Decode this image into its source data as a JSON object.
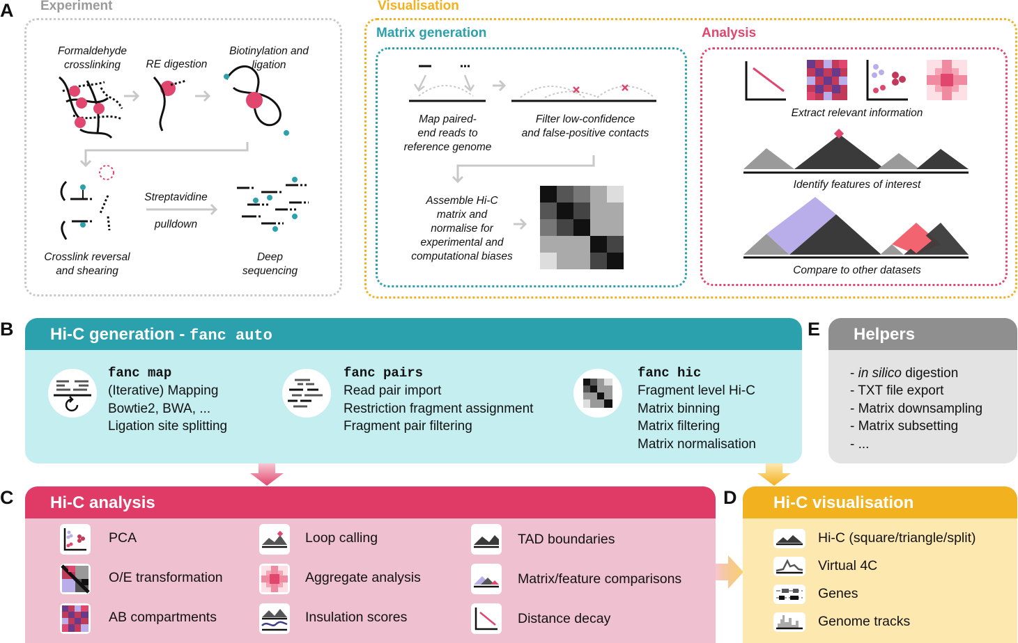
{
  "panel_letters": {
    "a": "A",
    "b": "B",
    "c": "C",
    "d": "D",
    "e": "E"
  },
  "experiment": {
    "title": "Experiment",
    "steps": {
      "crosslinking": "Formaldehyde\ncrosslinking",
      "digestion": "RE digestion",
      "ligation": "Biotinylation and\nligation",
      "reversal": "Crosslink reversal\nand shearing",
      "streptavidine": "Streptavidine",
      "pulldown": "pulldown",
      "sequencing": "Deep\nsequencing"
    }
  },
  "visualisation": {
    "title": "Visualisation",
    "matrix_generation": {
      "title": "Matrix generation",
      "map": "Map paired-\nend reads to\nreference genome",
      "filter": "Filter low-confidence\nand false-positive contacts",
      "assemble": "Assemble Hi-C\nmatrix and\nnormalise for\nexperimental and\ncomputational biases"
    },
    "analysis": {
      "title": "Analysis",
      "extract": "Extract relevant information",
      "identify": "Identify features of interest",
      "compare": "Compare to other datasets"
    }
  },
  "hic_generation": {
    "title_prefix": "Hi-C generation - ",
    "title_cmd": "fanc auto",
    "groups": [
      {
        "cmd": "fanc map",
        "lines": [
          "(Iterative) Mapping",
          "Bowtie2, BWA, ...",
          "Ligation site splitting"
        ],
        "icon": "reads-map-icon"
      },
      {
        "cmd": "fanc pairs",
        "lines": [
          "Read pair import",
          "Restriction fragment assignment",
          "Fragment pair filtering"
        ],
        "icon": "read-pairs-icon"
      },
      {
        "cmd": "fanc hic",
        "lines": [
          "Fragment level Hi-C",
          "Matrix binning",
          "Matrix filtering",
          "Matrix normalisation"
        ],
        "icon": "matrix-icon"
      }
    ]
  },
  "helpers": {
    "title": "Helpers",
    "items": [
      {
        "em": "in silico",
        "text": " digestion"
      },
      {
        "em": "",
        "text": "TXT file export"
      },
      {
        "em": "",
        "text": "Matrix downsampling"
      },
      {
        "em": "",
        "text": "Matrix subsetting"
      },
      {
        "em": "",
        "text": "..."
      }
    ]
  },
  "hic_analysis": {
    "title": "Hi-C analysis",
    "items": [
      {
        "label": "PCA",
        "icon": "pca-scatter-icon"
      },
      {
        "label": "O/E transformation",
        "icon": "oe-matrix-icon"
      },
      {
        "label": "AB compartments",
        "icon": "ab-checker-icon"
      },
      {
        "label": "Loop calling",
        "icon": "loop-peak-icon"
      },
      {
        "label": "Aggregate analysis",
        "icon": "aggregate-cross-icon"
      },
      {
        "label": "Insulation scores",
        "icon": "insulation-icon"
      },
      {
        "label": "TAD boundaries",
        "icon": "tad-triangles-icon"
      },
      {
        "label": "Matrix/feature comparisons",
        "icon": "comparison-triangles-icon"
      },
      {
        "label": "Distance decay",
        "icon": "distance-decay-icon"
      }
    ]
  },
  "hic_visualisation": {
    "title": "Hi-C visualisation",
    "items": [
      {
        "label": "Hi-C (square/triangle/split)",
        "icon": "hic-triangle-icon"
      },
      {
        "label": "Virtual 4C",
        "icon": "virtual-4c-icon"
      },
      {
        "label": "Genes",
        "icon": "genes-icon"
      },
      {
        "label": "Genome tracks",
        "icon": "genome-tracks-icon"
      }
    ]
  },
  "colors": {
    "teal": "#2aa1ad",
    "teal_light": "#c4eef0",
    "pink": "#e03a67",
    "pink_light": "#efc1d0",
    "yellow": "#f2b11e",
    "yellow_light": "#fde8b0",
    "grey": "#8f8f8f",
    "grey_light": "#e3e3e3",
    "red": "#e0466e",
    "purple": "#b9aeea",
    "dark": "#3a3a3a"
  }
}
